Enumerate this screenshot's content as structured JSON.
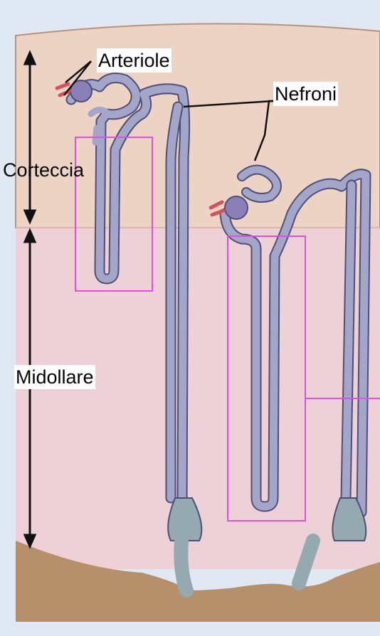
{
  "labels": {
    "arteriole": "Arteriole",
    "nefroni": "Nefroni",
    "corteccia": "Corteccia",
    "midollare": "Midollare"
  },
  "colors": {
    "background": "#dfe8f3",
    "cortex": "#ecd3c4",
    "medulla": "#edd1d6",
    "pelvis": "#b5906a",
    "tubule": "#a4a6c9",
    "tubule_outline": "#4e4f78",
    "glomerulus": "#8a7fb8",
    "arteriole": "#d94f5c",
    "highlight_box": "#e050e0",
    "collecting_duct": "#95a9b0"
  }
}
